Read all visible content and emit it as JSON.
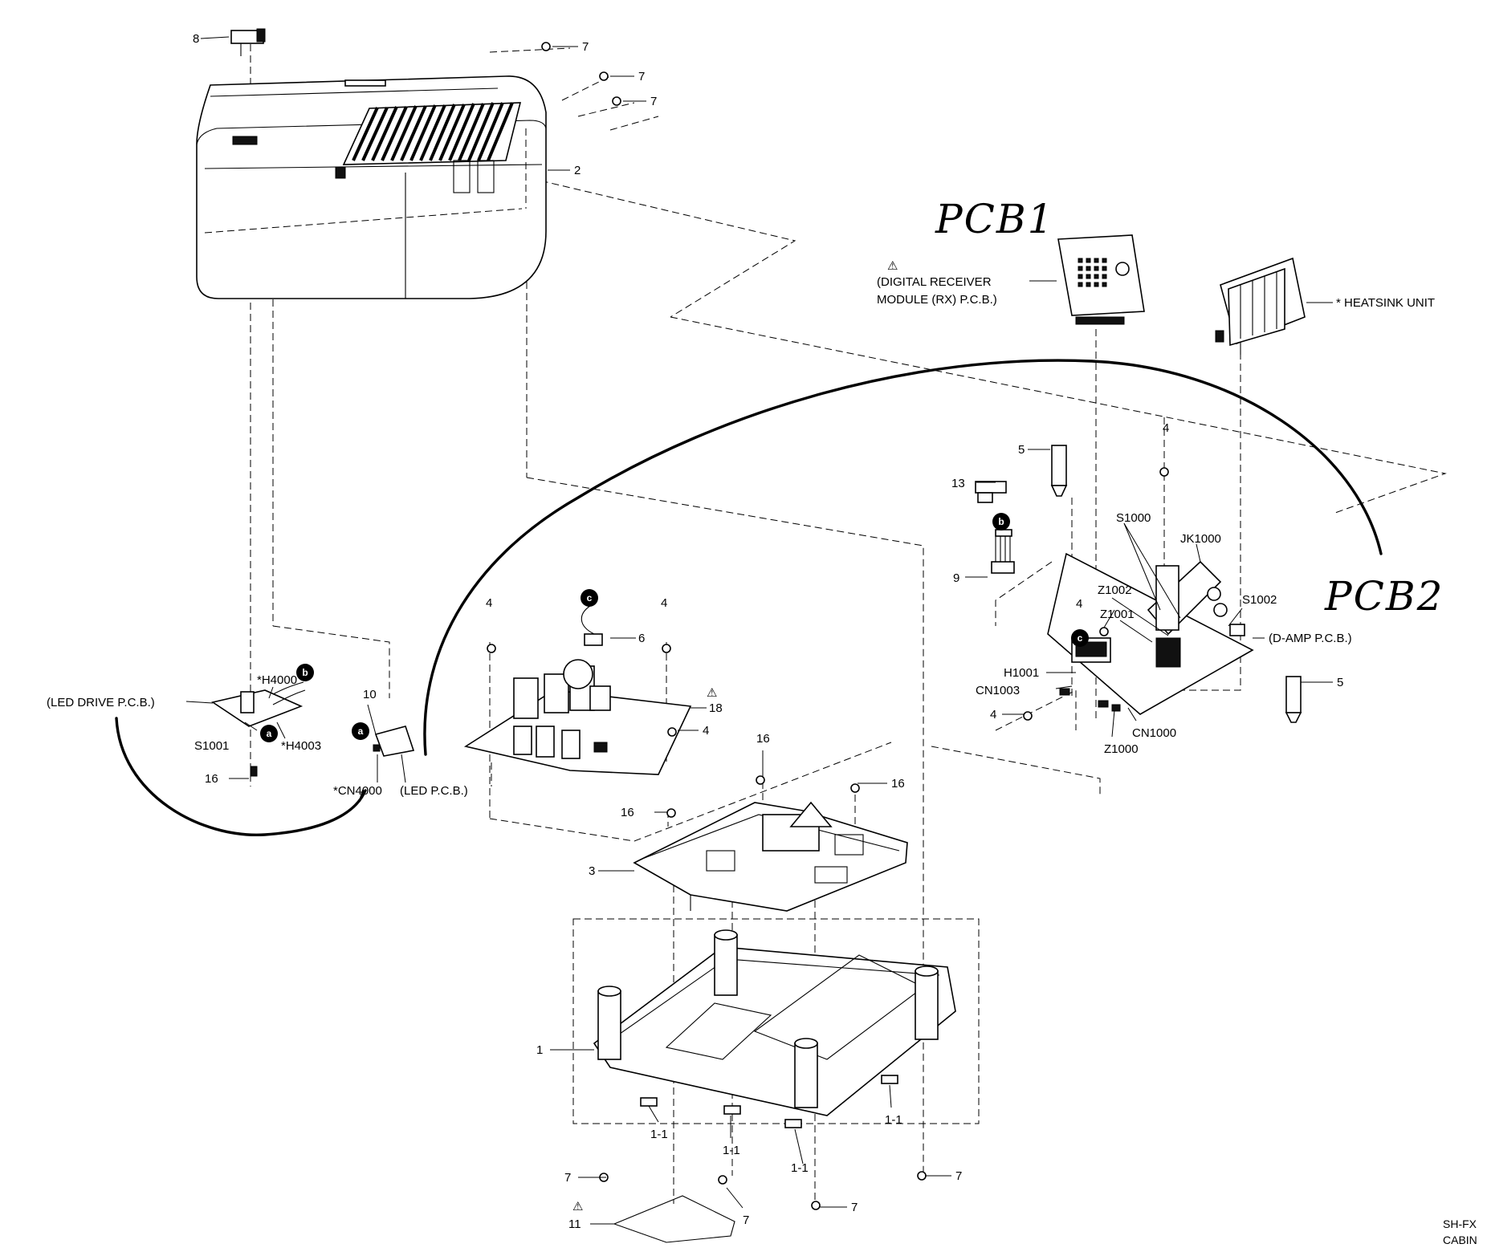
{
  "annotations": {
    "pcb1": "PCB1",
    "pcb2": "PCB2"
  },
  "descriptions": {
    "digital_receiver_line1": "(DIGITAL RECEIVER",
    "digital_receiver_line2": "MODULE (RX) P.C.B.)",
    "heatsink": "* HEATSINK UNIT",
    "d_amp": "(D-AMP P.C.B.)",
    "led_drive": "(LED DRIVE P.C.B.)",
    "led": "(LED P.C.B.)"
  },
  "refs": {
    "h4000": "*H4000",
    "h4003": "*H4003",
    "s1001": "S1001",
    "cn4000": "*CN4000",
    "s1000": "S1000",
    "jk1000": "JK1000",
    "z1002": "Z1002",
    "z1001": "Z1001",
    "s1002": "S1002",
    "h1001": "H1001",
    "cn1003": "CN1003",
    "cn1000": "CN1000",
    "z1000": "Z1000"
  },
  "parts": {
    "p1": "1",
    "p1_1": "1-1",
    "p2": "2",
    "p3": "3",
    "p4": "4",
    "p5": "5",
    "p6": "6",
    "p7": "7",
    "p8": "8",
    "p9": "9",
    "p10": "10",
    "p11": "11",
    "p13": "13",
    "p16": "16",
    "p18": "18"
  },
  "badges": {
    "a": "a",
    "b": "b",
    "c": "c"
  },
  "warning_symbol": "⚠",
  "corner": {
    "line1": "SH-FX",
    "line2": "CABIN"
  }
}
